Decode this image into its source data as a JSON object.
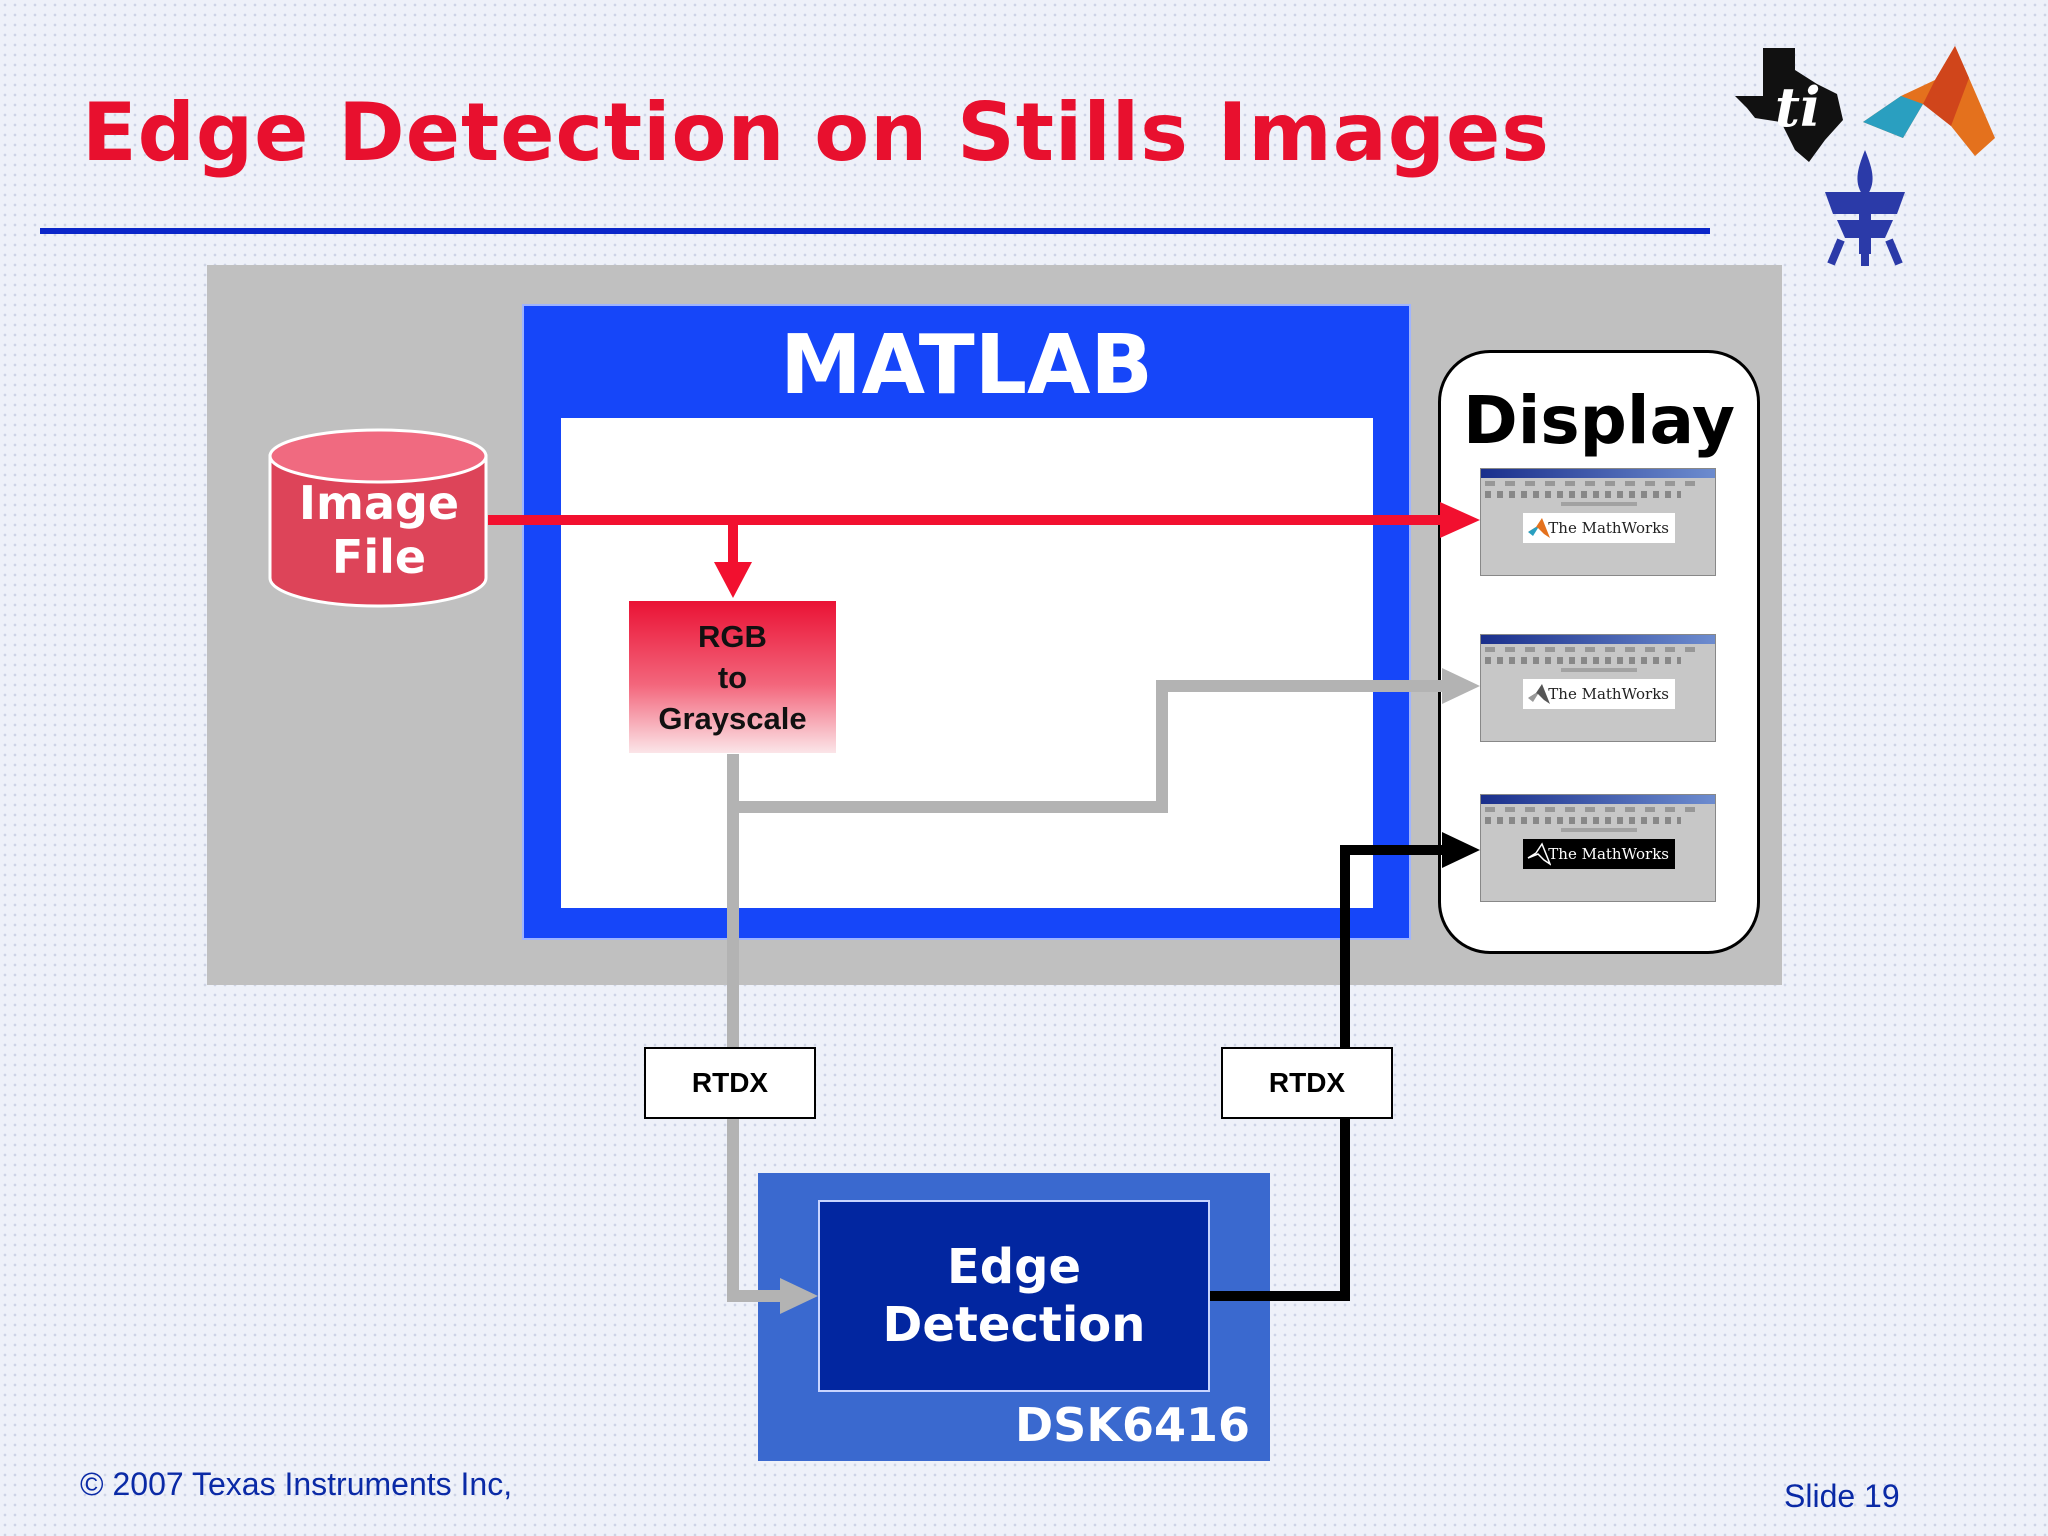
{
  "slide": {
    "title": "Edge Detection on Stills Images",
    "copyright": "© 2007 Texas Instruments Inc,",
    "slide_number": "Slide 19"
  },
  "diagram": {
    "image_file": {
      "line1": "Image",
      "line2": "File"
    },
    "matlab_label": "MATLAB",
    "rgb_to_grayscale": {
      "line1": "RGB",
      "line2": "to",
      "line3": "Grayscale"
    },
    "display_label": "Display",
    "rtdx_left": "RTDX",
    "rtdx_right": "RTDX",
    "edge_detection": {
      "line1": "Edge",
      "line2": "Detection"
    },
    "dsk_label": "DSK6416",
    "figure_windows": [
      {
        "logo_text": "The MathWorks"
      },
      {
        "logo_text": "The MathWorks"
      },
      {
        "logo_text": "The MathWorks"
      }
    ]
  },
  "colors": {
    "title_red": "#e8102e",
    "matlab_blue": "#1646f9",
    "dsk_blue": "#3a69cf",
    "edge_box_navy": "#0226a0",
    "cylinder_red": "#dd4459",
    "arrow_red": "#f2102f",
    "arrow_gray": "#b3b3b3",
    "arrow_black": "#000000",
    "rule_blue": "#0a26c9",
    "footer_blue": "#0a2aa6"
  },
  "icons": [
    "texas-instruments-logo-icon",
    "matlab-membrane-logo-icon",
    "tel-aviv-university-emblem-icon",
    "matlab-logo-icon",
    "database-cylinder-icon"
  ]
}
